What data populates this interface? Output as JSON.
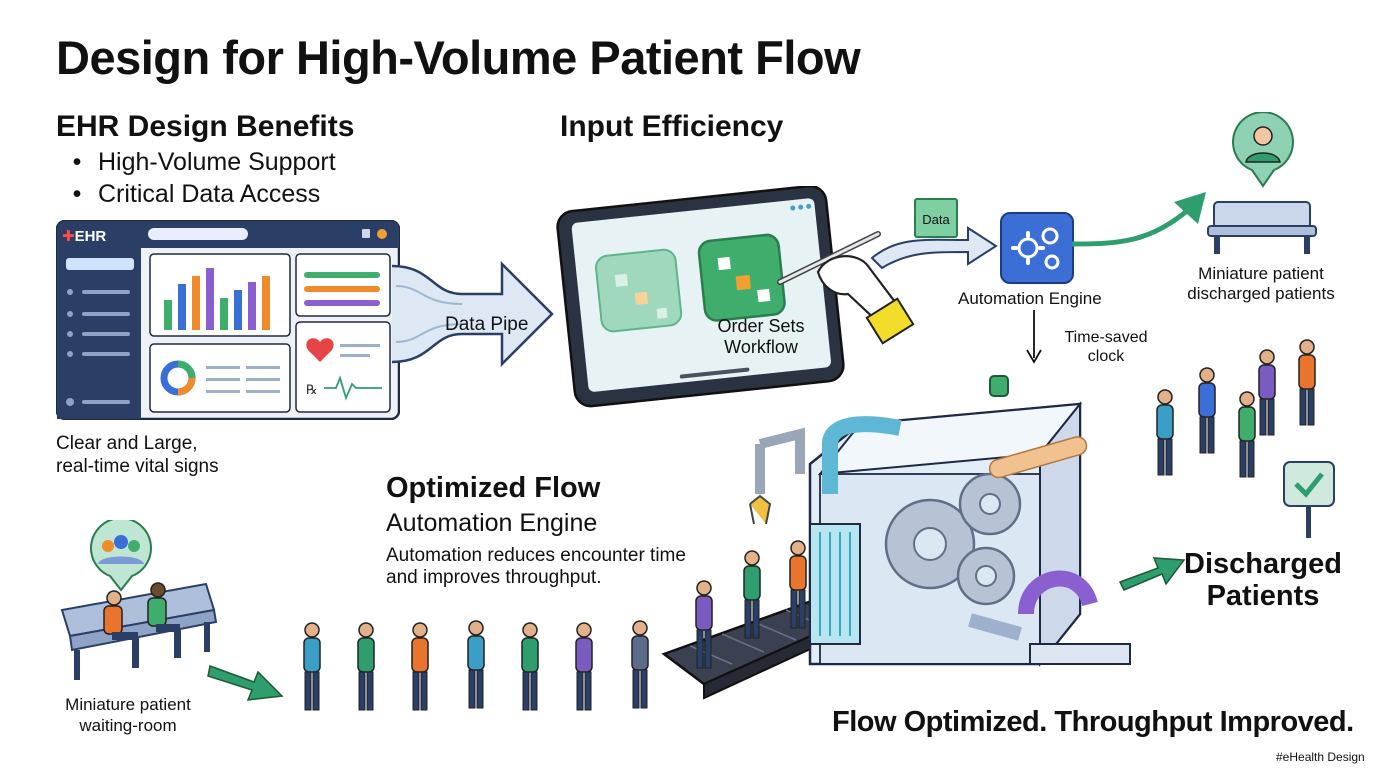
{
  "title": "Design for High-Volume Patient Flow",
  "benefits": {
    "heading": "EHR Design Benefits",
    "bullets": [
      "High-Volume Support",
      "Critical Data Access"
    ],
    "caption_line1": "Clear and Large,",
    "caption_line2": "real-time vital signs"
  },
  "ehr_screen": {
    "logo": "EHR",
    "pipe_label": "Data Pipe"
  },
  "input": {
    "heading": "Input Efficiency",
    "tablet_label_line1": "Order Sets",
    "tablet_label_line2": "Workflow",
    "data_badge": "Data"
  },
  "automation": {
    "label": "Automation Engine",
    "clock_line1": "Time-saved",
    "clock_line2": "clock"
  },
  "discharge_top": {
    "line1": "Miniature patient",
    "line2": "discharged patients"
  },
  "optimized": {
    "heading": "Optimized Flow",
    "subheading": "Automation Engine",
    "desc_line1": "Automation reduces encounter time",
    "desc_line2": "and improves throughput."
  },
  "waiting": {
    "line1": "Miniature patient",
    "line2": "waiting-room"
  },
  "discharged": {
    "line1": "Discharged",
    "line2": "Patients"
  },
  "footer": {
    "tagline": "Flow Optimized. Throughput Improved.",
    "credit": "#eHealth Design"
  },
  "colors": {
    "teal": "#2f9e6f",
    "navy": "#2b3f66",
    "accent_orange": "#e88a2e",
    "purple": "#7a5cc0"
  }
}
